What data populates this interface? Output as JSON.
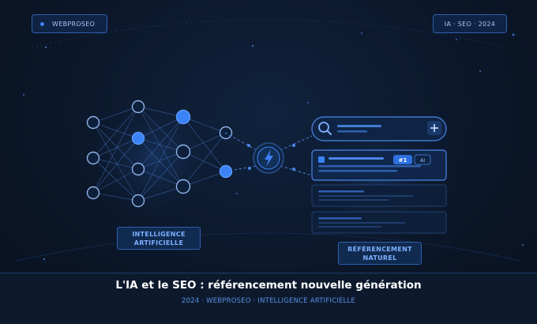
{
  "header": {
    "brand": "WEBPROSEO",
    "meta_tag": "IA · SEO · 2024"
  },
  "ai_section": {
    "label_line1": "INTELLIGENCE",
    "label_line2": "ARTIFICIELLE"
  },
  "seo_section": {
    "label_line1": "RÉFÉRENCEMENT",
    "label_line2": "NATUREL",
    "results": [
      {
        "badge_rank": "#1",
        "badge_ai": "AI"
      }
    ]
  },
  "footer": {
    "title": "L'IA et le SEO : référencement nouvelle génération",
    "subtitle": "2024 · WEBPROSEO · INTELLIGENCE ARTIFICIELLE"
  },
  "colors": {
    "background": "#0b1628",
    "accent": "#3b82f6",
    "accent_light": "#7fb0ff",
    "panel": "#10223d",
    "border": "#2f5fae"
  },
  "icons": [
    "search-icon",
    "plus-icon",
    "lightning-icon"
  ]
}
